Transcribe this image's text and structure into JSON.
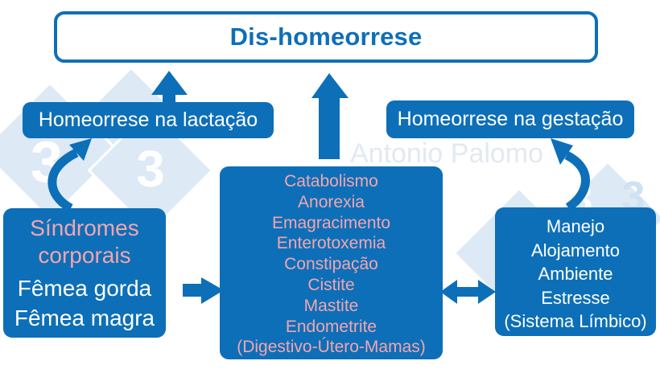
{
  "colors": {
    "blue": "#0d6fb8",
    "pink": "#f3a5ae",
    "white": "#ffffff",
    "watermark_diamond": "#dde9f5",
    "watermark_text": "#e2e9f1"
  },
  "boxes": {
    "dishomeorrese": {
      "label": "Dis-homeorrese"
    },
    "lactacao": {
      "label": "Homeorrese na lactação"
    },
    "gestacao": {
      "label": "Homeorrese na gestação"
    },
    "disorders": {
      "lines": [
        "Catabolismo",
        "Anorexia",
        "Emagracimento",
        "Enterotoxemia",
        "Constipação",
        "Cistite",
        "Mastite",
        "Endometrite",
        "(Digestivo-Útero-Mamas)"
      ]
    },
    "syndromes": {
      "title_lines": [
        "Síndromes",
        "corporais"
      ],
      "lines": [
        "Fêmea gorda",
        "Fêmea magra"
      ]
    },
    "environment": {
      "lines": [
        "Manejo",
        "Alojamento",
        "Ambiente",
        "Estresse",
        "(Sistema Límbico)"
      ]
    }
  },
  "watermark": {
    "name": "Antonio Palomo",
    "logo_digit": "3"
  }
}
